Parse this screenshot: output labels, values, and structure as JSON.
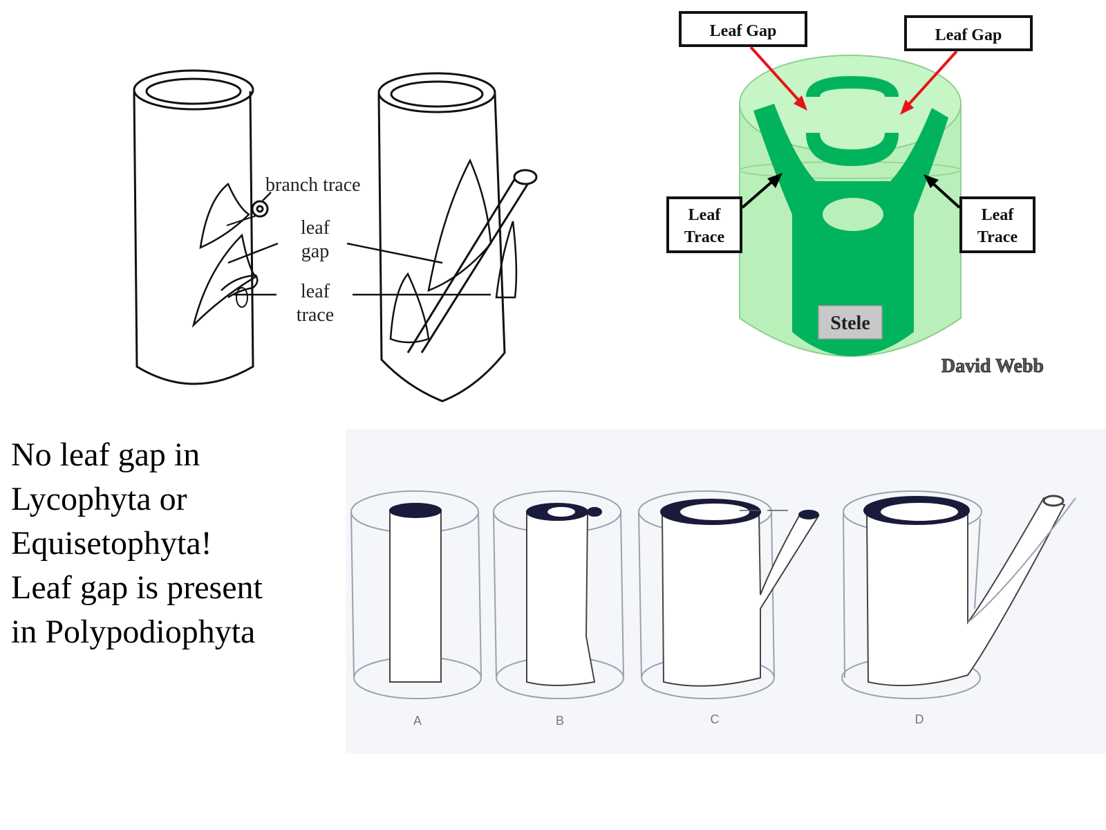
{
  "line_diagram": {
    "labels": {
      "branch_trace": "branch trace",
      "leaf_gap_line1": "leaf",
      "leaf_gap_line2": "gap",
      "leaf_trace_line1": "leaf",
      "leaf_trace_line2": "trace"
    }
  },
  "green_diagram": {
    "leaf_gap_left": "Leaf Gap",
    "leaf_gap_right": "Leaf Gap",
    "leaf_trace_left_line1": "Leaf",
    "leaf_trace_left_line2": "Trace",
    "leaf_trace_right_line1": "Leaf",
    "leaf_trace_right_line2": "Trace",
    "stele": "Stele",
    "credit": "David Webb",
    "colors": {
      "outer_cylinder": "#b9f0b9",
      "vascular": "#00b35c",
      "arrow_gap": "#e8141a",
      "arrow_trace": "#000000",
      "stele_box": "#c8c8c8"
    }
  },
  "stages_diagram": {
    "stage_labels": [
      "A",
      "B",
      "C",
      "D"
    ]
  },
  "caption": {
    "lines": [
      "No leaf gap in",
      "Lycophyta or",
      "Equisetophyta!",
      "Leaf gap is present",
      "in Polypodiophyta"
    ]
  }
}
